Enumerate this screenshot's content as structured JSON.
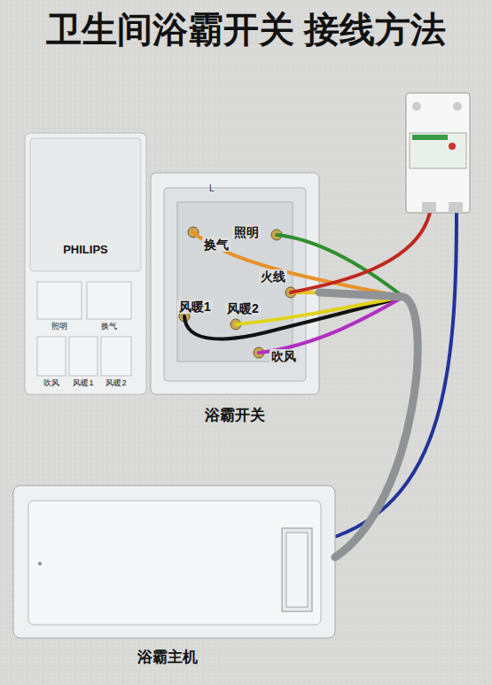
{
  "diagram": {
    "title": "卫生间浴霸开关 接线方法",
    "nodes": [
      {
        "text": [
          "PHILIPS",
          "照明",
          "换气",
          "吹风",
          "风暖1",
          "风暖2"
        ]
      },
      {
        "text": [
          "浴霸开关"
        ]
      },
      {
        "text": [
          "浴霸主机"
        ]
      }
    ],
    "edges": [
      {
        "from": 1,
        "to": 2,
        "arrow": "none"
      }
    ],
    "labels": [
      "换气",
      "照明",
      "火线",
      "风暖1",
      "风暖2",
      "吹风"
    ]
  }
}
